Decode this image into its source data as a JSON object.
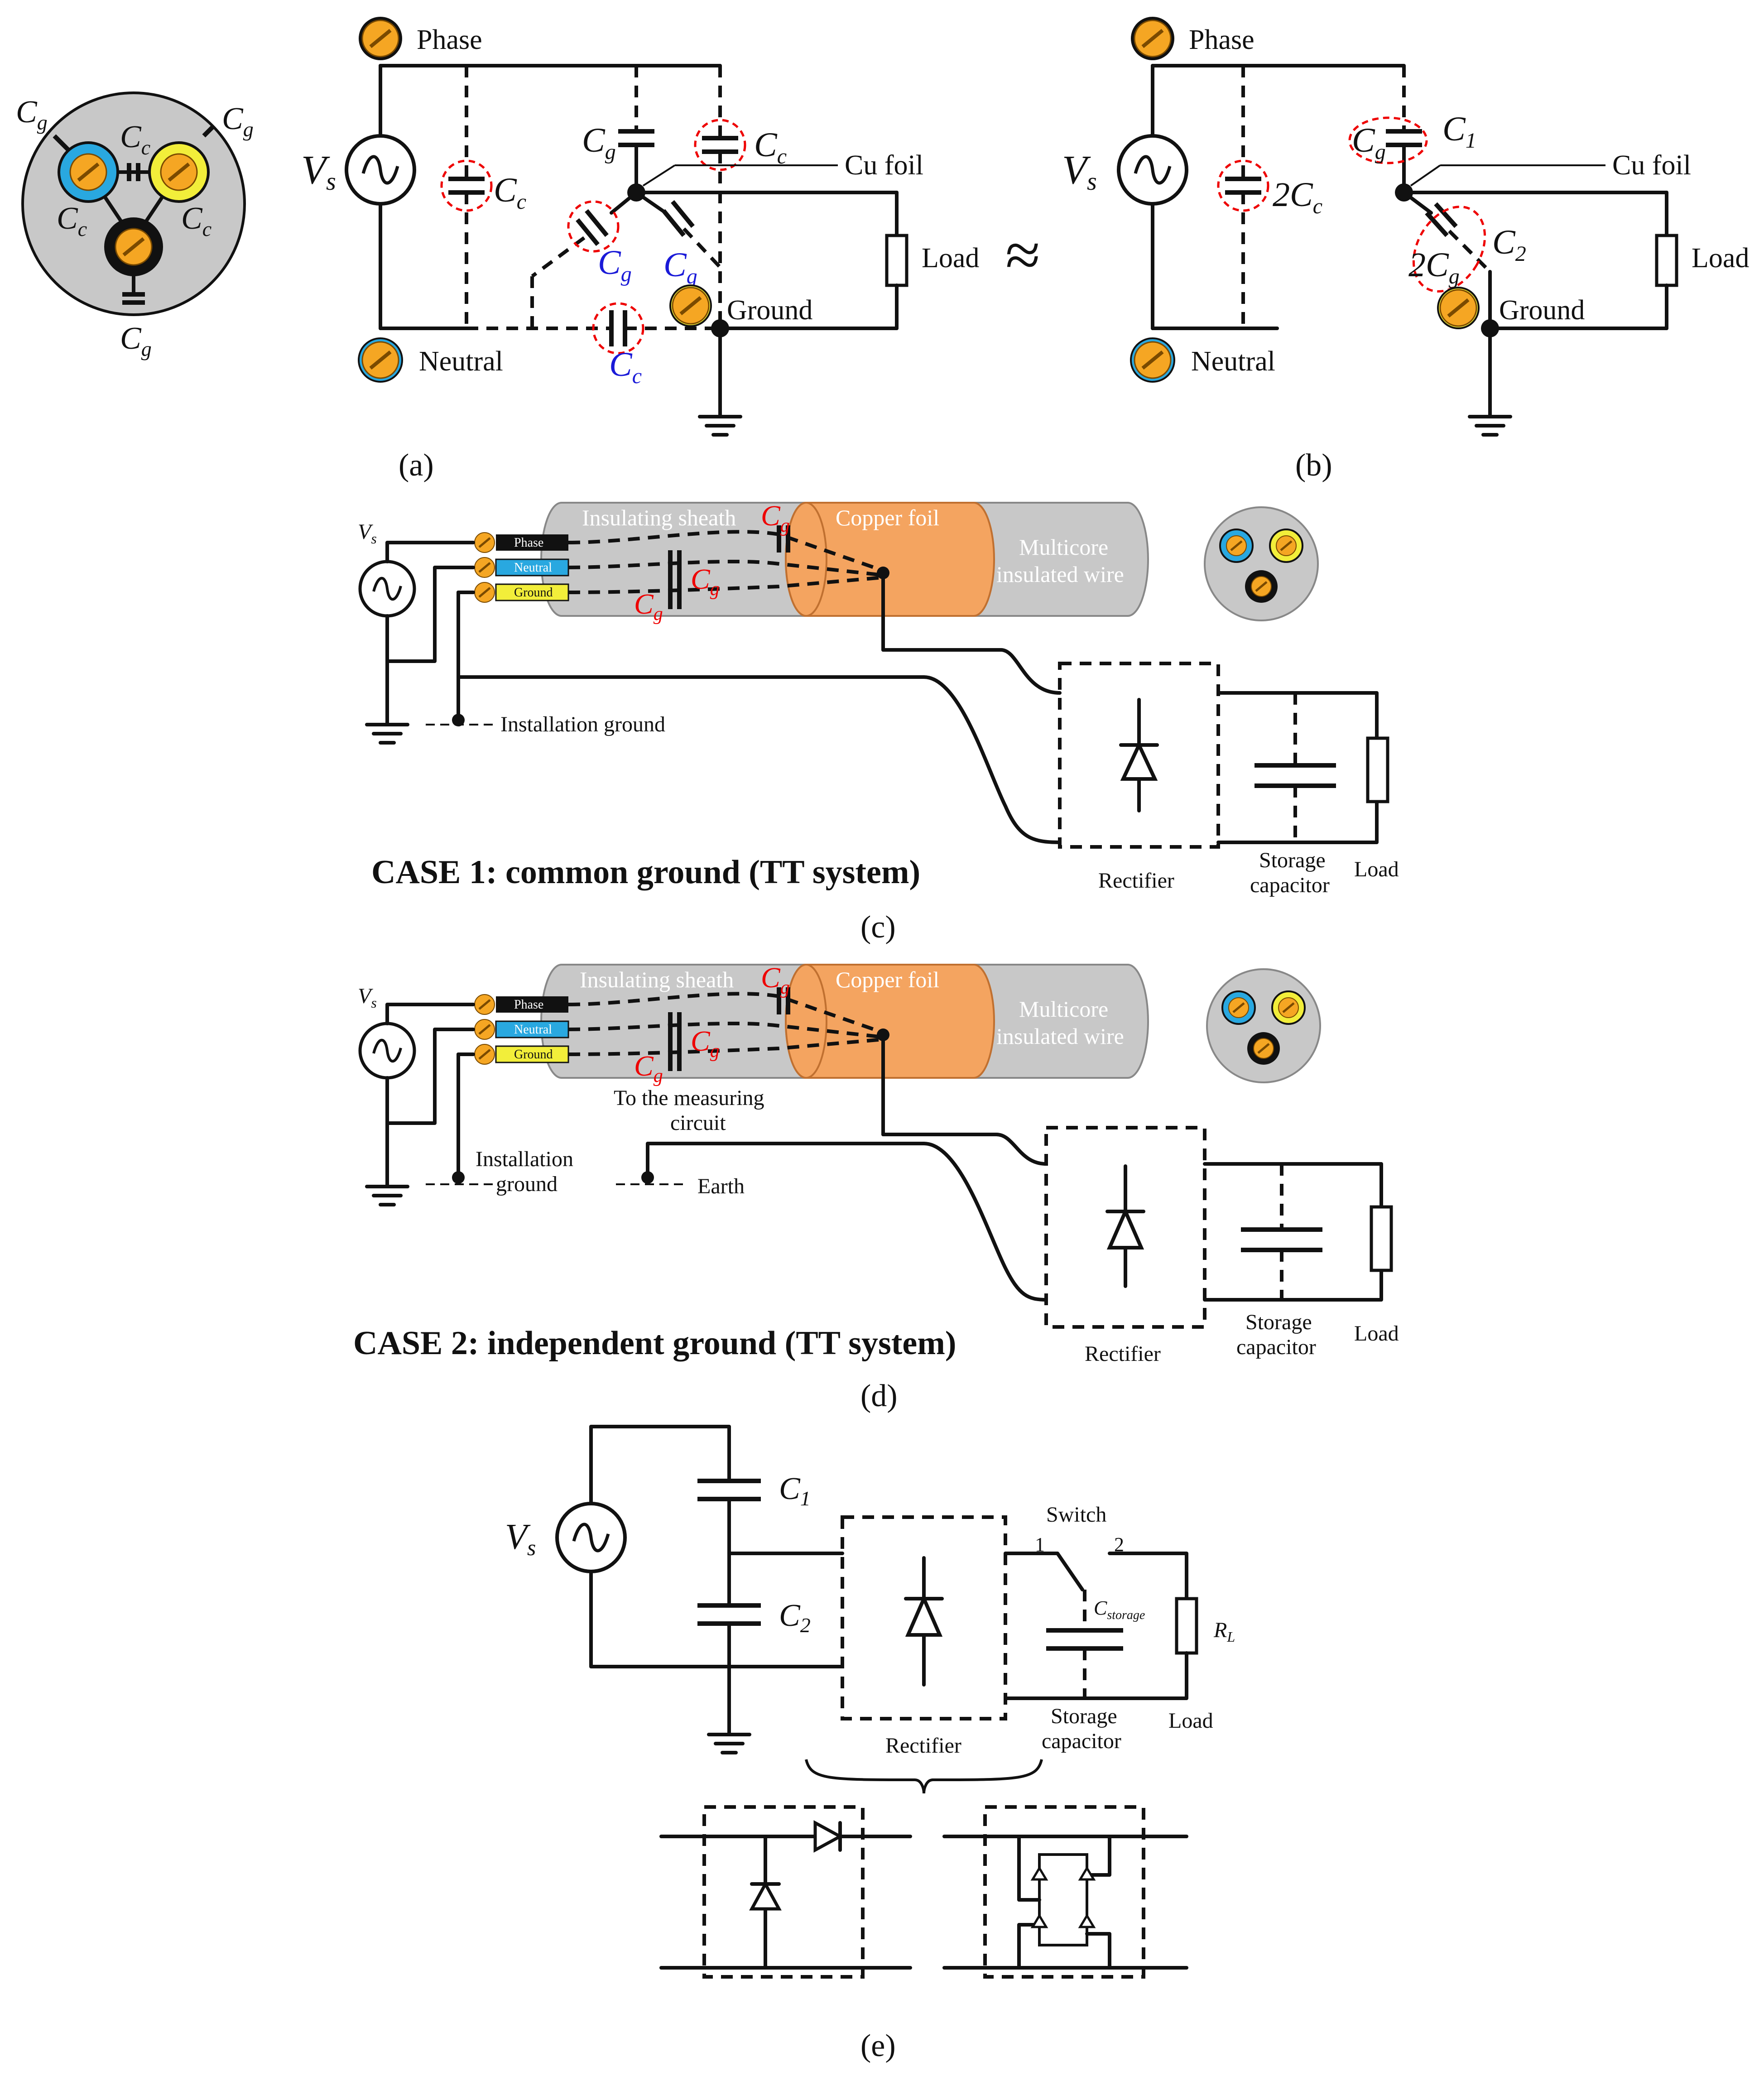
{
  "panel_a": {
    "caption": "(a)",
    "phase": "Phase",
    "neutral": "Neutral",
    "ground": "Ground",
    "cu_foil": "Cu foil",
    "load": "Load",
    "vs": "V",
    "vs_sub": "s",
    "cg": "C",
    "cg_sub": "g",
    "cc": "C",
    "cc_sub": "c"
  },
  "approx": "≈",
  "panel_b": {
    "caption": "(b)",
    "phase": "Phase",
    "neutral": "Neutral",
    "ground": "Ground",
    "cu_foil": "Cu foil",
    "load": "Load",
    "two_cc": "2C",
    "two_cg": "2C",
    "c1": "C",
    "c1_sub": "1",
    "c2": "C",
    "c2_sub": "2"
  },
  "panel_c": {
    "caption": "(c)",
    "title": "CASE 1: common ground (TT system)",
    "sheath": "Insulating sheath",
    "copper": "Copper foil",
    "multicore_1": "Multicore",
    "multicore_2": "insulated wire",
    "wire_phase": "Phase",
    "wire_neutral": "Neutral",
    "wire_ground": "Ground",
    "install_ground": "Installation ground",
    "rectifier": "Rectifier",
    "storage_1": "Storage",
    "storage_2": "capacitor",
    "load": "Load"
  },
  "panel_d": {
    "caption": "(d)",
    "title": "CASE 2: independent ground (TT system)",
    "sheath": "Insulating sheath",
    "copper": "Copper foil",
    "multicore_1": "Multicore",
    "multicore_2": "insulated wire",
    "wire_phase": "Phase",
    "wire_neutral": "Neutral",
    "wire_ground": "Ground",
    "measuring_1": "To the measuring",
    "measuring_2": "circuit",
    "install_1": "Installation",
    "install_2": "ground",
    "earth": "Earth",
    "rectifier": "Rectifier",
    "storage_1": "Storage",
    "storage_2": "capacitor",
    "load": "Load"
  },
  "panel_e": {
    "caption": "(e)",
    "switch": "Switch",
    "pos1": "1",
    "pos2": "2",
    "cstorage": "C",
    "cstorage_sub": "storage",
    "rl": "R",
    "rl_sub": "L",
    "rectifier": "Rectifier",
    "storage_1": "Storage",
    "storage_2": "capacitor",
    "load": "Load"
  },
  "colors": {
    "blue_conductor": "#29a8e0",
    "yellow_conductor": "#f2ee3a",
    "black_conductor": "#111111",
    "copper": "#f4a460",
    "sheath": "#c8c8c8",
    "red_label": "#e00000"
  }
}
